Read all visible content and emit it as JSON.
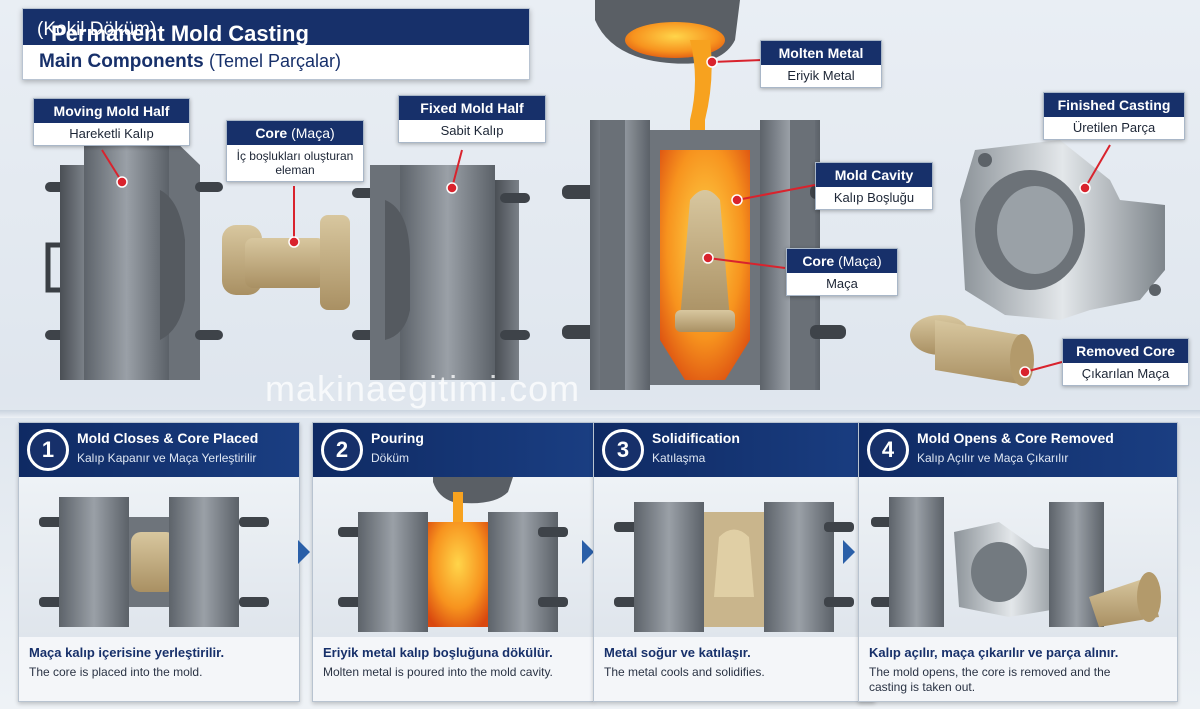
{
  "header": {
    "title": "Permanent Mold Casting",
    "title_tr": "(Kokil Döküm)",
    "subtitle": "Main Components",
    "subtitle_tr": "(Temel Parçalar)"
  },
  "labels": {
    "moving_mold": {
      "en": "Moving Mold Half",
      "tr": "Hareketli Kalıp"
    },
    "core": {
      "en": "Core",
      "en_tr": "(Maça)",
      "tr": "İç boşlukları oluşturan eleman"
    },
    "fixed_mold": {
      "en": "Fixed Mold Half",
      "tr": "Sabit Kalıp"
    },
    "molten_metal": {
      "en": "Molten Metal",
      "tr": "Eriyik Metal"
    },
    "mold_cavity": {
      "en": "Mold Cavity",
      "tr": "Kalıp Boşluğu"
    },
    "core_center": {
      "en": "Core",
      "en_tr": "(Maça)",
      "tr": "Maça"
    },
    "finished_casting": {
      "en": "Finished Casting",
      "tr": "Üretilen Parça"
    },
    "removed_core": {
      "en": "Removed Core",
      "tr": "Çıkarılan Maça"
    }
  },
  "watermark": "makinaegitimi.com",
  "steps": [
    {
      "num": "1",
      "title": "Mold Closes & Core Placed",
      "sub": "Kalıp Kapanır ve Maça Yerleştirilir",
      "text_tr": "Maça kalıp içerisine yerleştirilir.",
      "text_en": "The core is placed into the mold."
    },
    {
      "num": "2",
      "title": "Pouring",
      "sub": "Döküm",
      "text_tr": "Eriyik metal kalıp boşluğuna dökülür.",
      "text_en": "Molten metal is poured into the mold cavity."
    },
    {
      "num": "3",
      "title": "Solidification",
      "sub": "Katılaşma",
      "text_tr": "Metal soğur ve katılaşır.",
      "text_en": "The metal cools and solidifies."
    },
    {
      "num": "4",
      "title": "Mold Opens & Core Removed",
      "sub": "Kalıp Açılır ve Maça Çıkarılır",
      "text_tr": "Kalıp açılır, maça çıkarılır ve parça alınır.",
      "text_en": "The mold opens, the core is removed and the casting is taken out."
    }
  ],
  "colors": {
    "navy": "#17306a",
    "callout_red": "#d9232d",
    "molten": "#f39a1c",
    "steel": "#7f858c",
    "sand": "#c9b58c"
  }
}
